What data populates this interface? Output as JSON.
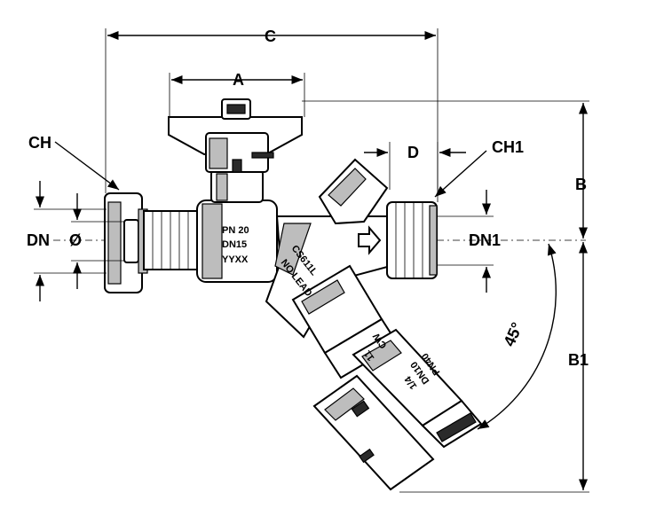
{
  "dimensions": {
    "A": "A",
    "B": "B",
    "B1": "B1",
    "C": "C",
    "D": "D",
    "CH": "CH",
    "CH1": "CH1",
    "DN": "DN",
    "DN1": "DN1",
    "diameter": "Ø",
    "angle": "45°"
  },
  "body_markings": {
    "pressure": "PN 20",
    "size": "DN15",
    "date_code": "YYXX",
    "alloy": "CS611L",
    "lead": "NO LEAD"
  },
  "drain_markings": {
    "line1": "1/4",
    "line2": "DN10",
    "line3": "PN40",
    "line4": "CW",
    "line5": "11"
  }
}
